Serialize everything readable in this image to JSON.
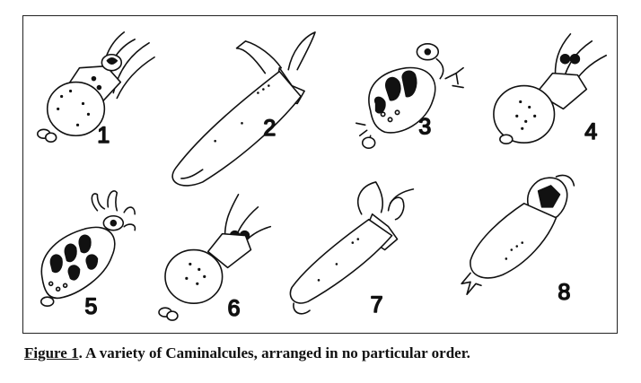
{
  "figure": {
    "labels": [
      "1",
      "2",
      "3",
      "4",
      "5",
      "6",
      "7",
      "8"
    ],
    "caption_label": "Figure 1",
    "caption_text": ".  A variety of Caminalcules, arranged in no particular order."
  }
}
